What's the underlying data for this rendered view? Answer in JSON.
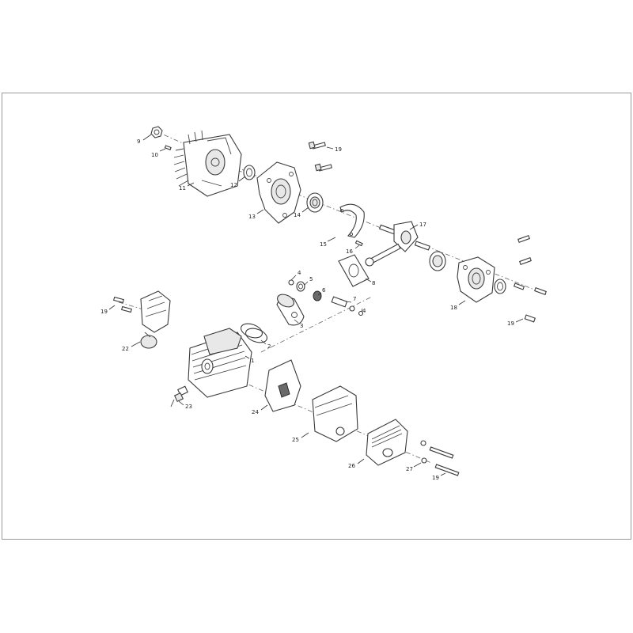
{
  "callouts": {
    "c1": "1",
    "c2": "2",
    "c3": "3",
    "c4a": "4",
    "c4b": "4",
    "c5": "5",
    "c6": "6",
    "c7": "7",
    "c8": "8",
    "c9": "9",
    "c10": "10",
    "c11": "11",
    "c12": "12",
    "c13": "13",
    "c14": "14",
    "c15": "15",
    "c16": "16",
    "c17": "17",
    "c18": "18",
    "c19a": "19",
    "c19b": "19",
    "c19c": "19",
    "c19d": "19",
    "c22": "22",
    "c23": "23",
    "c24": "24",
    "c25": "25",
    "c26": "26",
    "c27": "27"
  },
  "colors": {
    "line": "#3a3a3a",
    "frame": "#9a9a9a",
    "background": "#ffffff"
  }
}
